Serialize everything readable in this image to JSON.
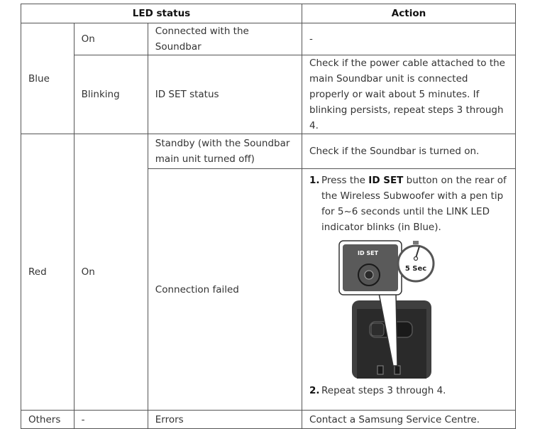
{
  "header": {
    "led_status": "LED status",
    "action": "Action"
  },
  "rows": {
    "blue": {
      "color": "Blue",
      "on": {
        "state": "On",
        "status": "Connected with the Soundbar",
        "action": "-"
      },
      "blinking": {
        "state": "Blinking",
        "status": "ID SET status",
        "action": "Check if the power cable attached to the main Soundbar unit is connected properly or wait about 5 minutes. If blinking persists, repeat steps 3 through 4."
      }
    },
    "red": {
      "color": "Red",
      "state": "On",
      "standby": {
        "status": "Standby (with the Soundbar main unit turned off)",
        "action": "Check if the Soundbar is turned on."
      },
      "failed": {
        "status": "Connection failed",
        "step1": {
          "num": "1.",
          "pre": "Press the ",
          "bold": "ID SET",
          "post": " button on the rear of the Wireless Subwoofer with a pen tip for 5~6 seconds until the LINK LED indicator blinks (in Blue)."
        },
        "illustration": {
          "panel_label": "ID SET",
          "timer_label": "5 Sec"
        },
        "step2": {
          "num": "2.",
          "text": "Repeat steps 3 through 4."
        }
      }
    },
    "others": {
      "color": "Others",
      "state": "-",
      "status": "Errors",
      "action": "Contact a Samsung Service Centre."
    }
  }
}
